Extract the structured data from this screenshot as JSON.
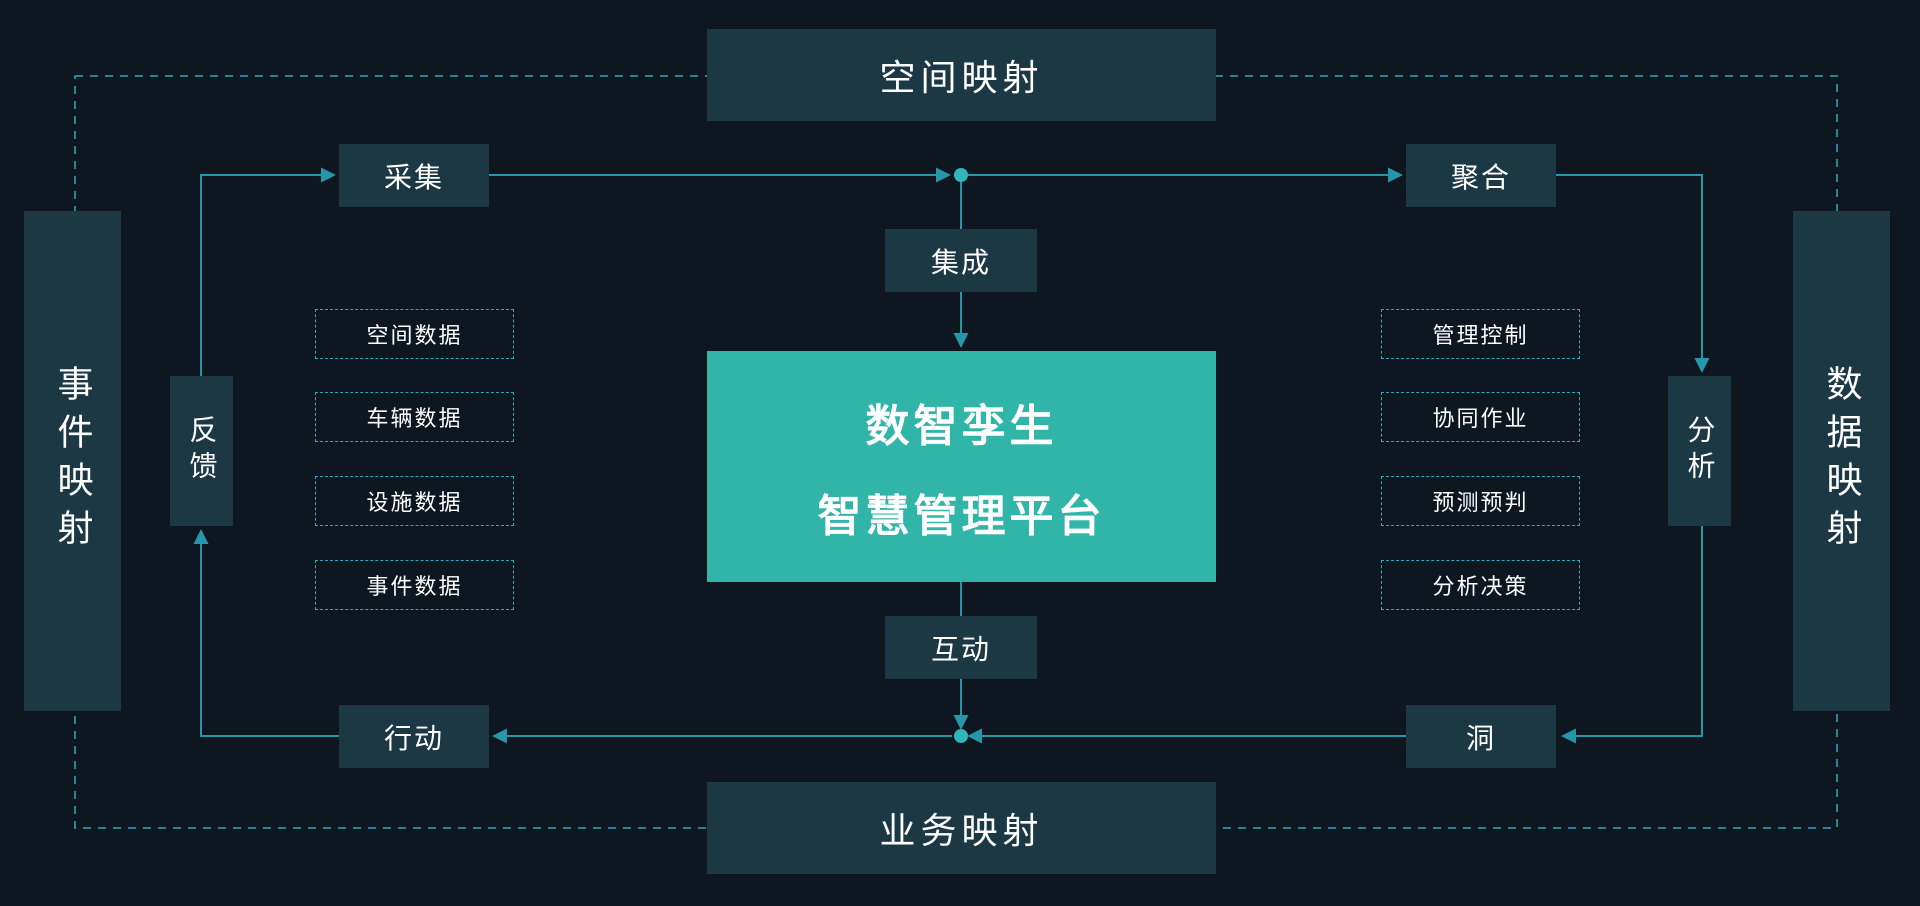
{
  "colors": {
    "background": "#0e1620",
    "box_dark": "#1b3844",
    "accent": "#30b5a8",
    "line": "#2697ab",
    "dash": "#2fa9bd",
    "dot": "#2fb5ba",
    "text": "#ffffff"
  },
  "outer": {
    "top_label": "空间映射",
    "bottom_label": "业务映射",
    "left_label": "事件映射",
    "right_label": "数据映射"
  },
  "center": {
    "line1": "数智孪生",
    "line2": "智慧管理平台"
  },
  "nodes": {
    "collect": "采集",
    "aggregate": "聚合",
    "integrate": "集成",
    "interact": "互动",
    "action": "行动",
    "insight": "洞",
    "feedback": "反馈",
    "analysis": "分析"
  },
  "left_items": [
    "空间数据",
    "车辆数据",
    "设施数据",
    "事件数据"
  ],
  "right_items": [
    "管理控制",
    "协同作业",
    "预测预判",
    "分析决策"
  ]
}
